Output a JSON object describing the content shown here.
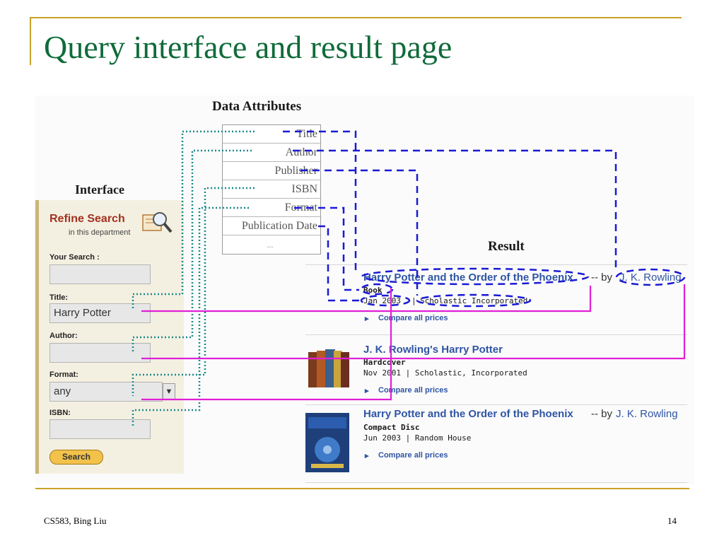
{
  "slide": {
    "title": "Query interface and result page",
    "footer_left": "CS583, Bing Liu",
    "page_number": "14"
  },
  "figure": {
    "attributes_heading": "Data Attributes",
    "attributes": [
      "Title",
      "Author",
      "Publisher",
      "ISBN",
      "Format",
      "Publication Date",
      "..."
    ],
    "interface_heading": "Interface",
    "result_heading": "Result",
    "interface": {
      "title": "Refine Search",
      "subtitle": "in this department",
      "your_search_label": "Your Search :",
      "title_label": "Title:",
      "title_value": "Harry Potter",
      "author_label": "Author:",
      "format_label": "Format:",
      "format_value": "any",
      "isbn_label": "ISBN:",
      "search_button": "Search"
    },
    "results": [
      {
        "title": "Harry Potter and the Order of the Phoenix",
        "by": "-- by",
        "author": "J. K. Rowling",
        "format": "Book",
        "date": "Jan 2003",
        "publisher": "Scholastic Incorporated",
        "compare": "Compare all prices"
      },
      {
        "title": "J. K. Rowling's Harry Potter",
        "format": "Hardcover",
        "line": "Nov 2001 | Scholastic, Incorporated",
        "compare": "Compare all prices"
      },
      {
        "title": "Harry Potter and the Order of the Phoenix",
        "by": "-- by",
        "author": "J. K. Rowling",
        "format": "Compact Disc",
        "line": "Jun 2003 | Random House",
        "compare": "Compare all prices"
      }
    ]
  },
  "colors": {
    "title": "#0f6b3a",
    "gold_rule": "#c9a227",
    "blue_dash": "#1a1ad6",
    "teal_dot": "#1a8a8a",
    "magenta": "#e020d8",
    "link_blue": "#2f55a4"
  }
}
